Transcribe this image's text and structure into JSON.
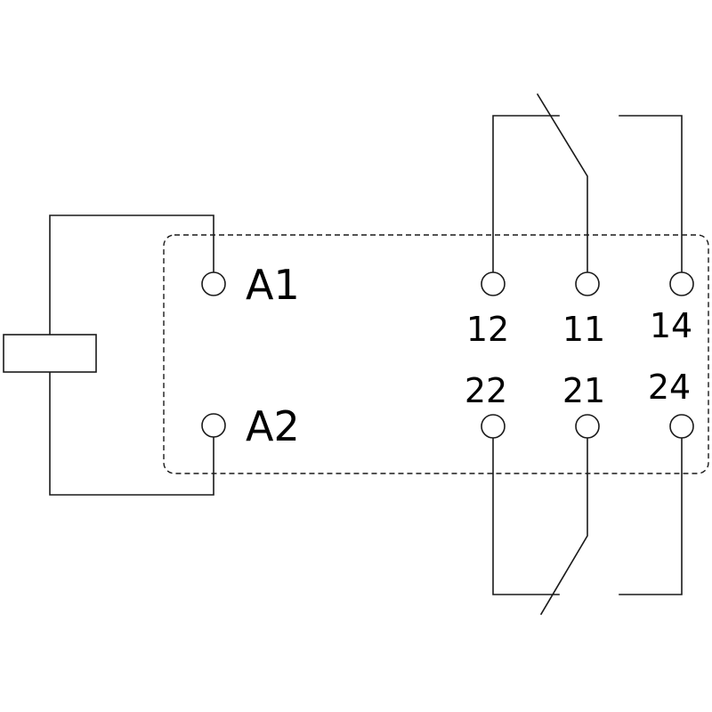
{
  "coil": {
    "label_a1": "A1",
    "label_a2": "A2"
  },
  "contacts": {
    "pin_12": "12",
    "pin_11": "11",
    "pin_14": "14",
    "pin_22": "22",
    "pin_21": "21",
    "pin_24": "24"
  },
  "colors": {
    "line": "#1a1a1a",
    "background": "#ffffff"
  }
}
